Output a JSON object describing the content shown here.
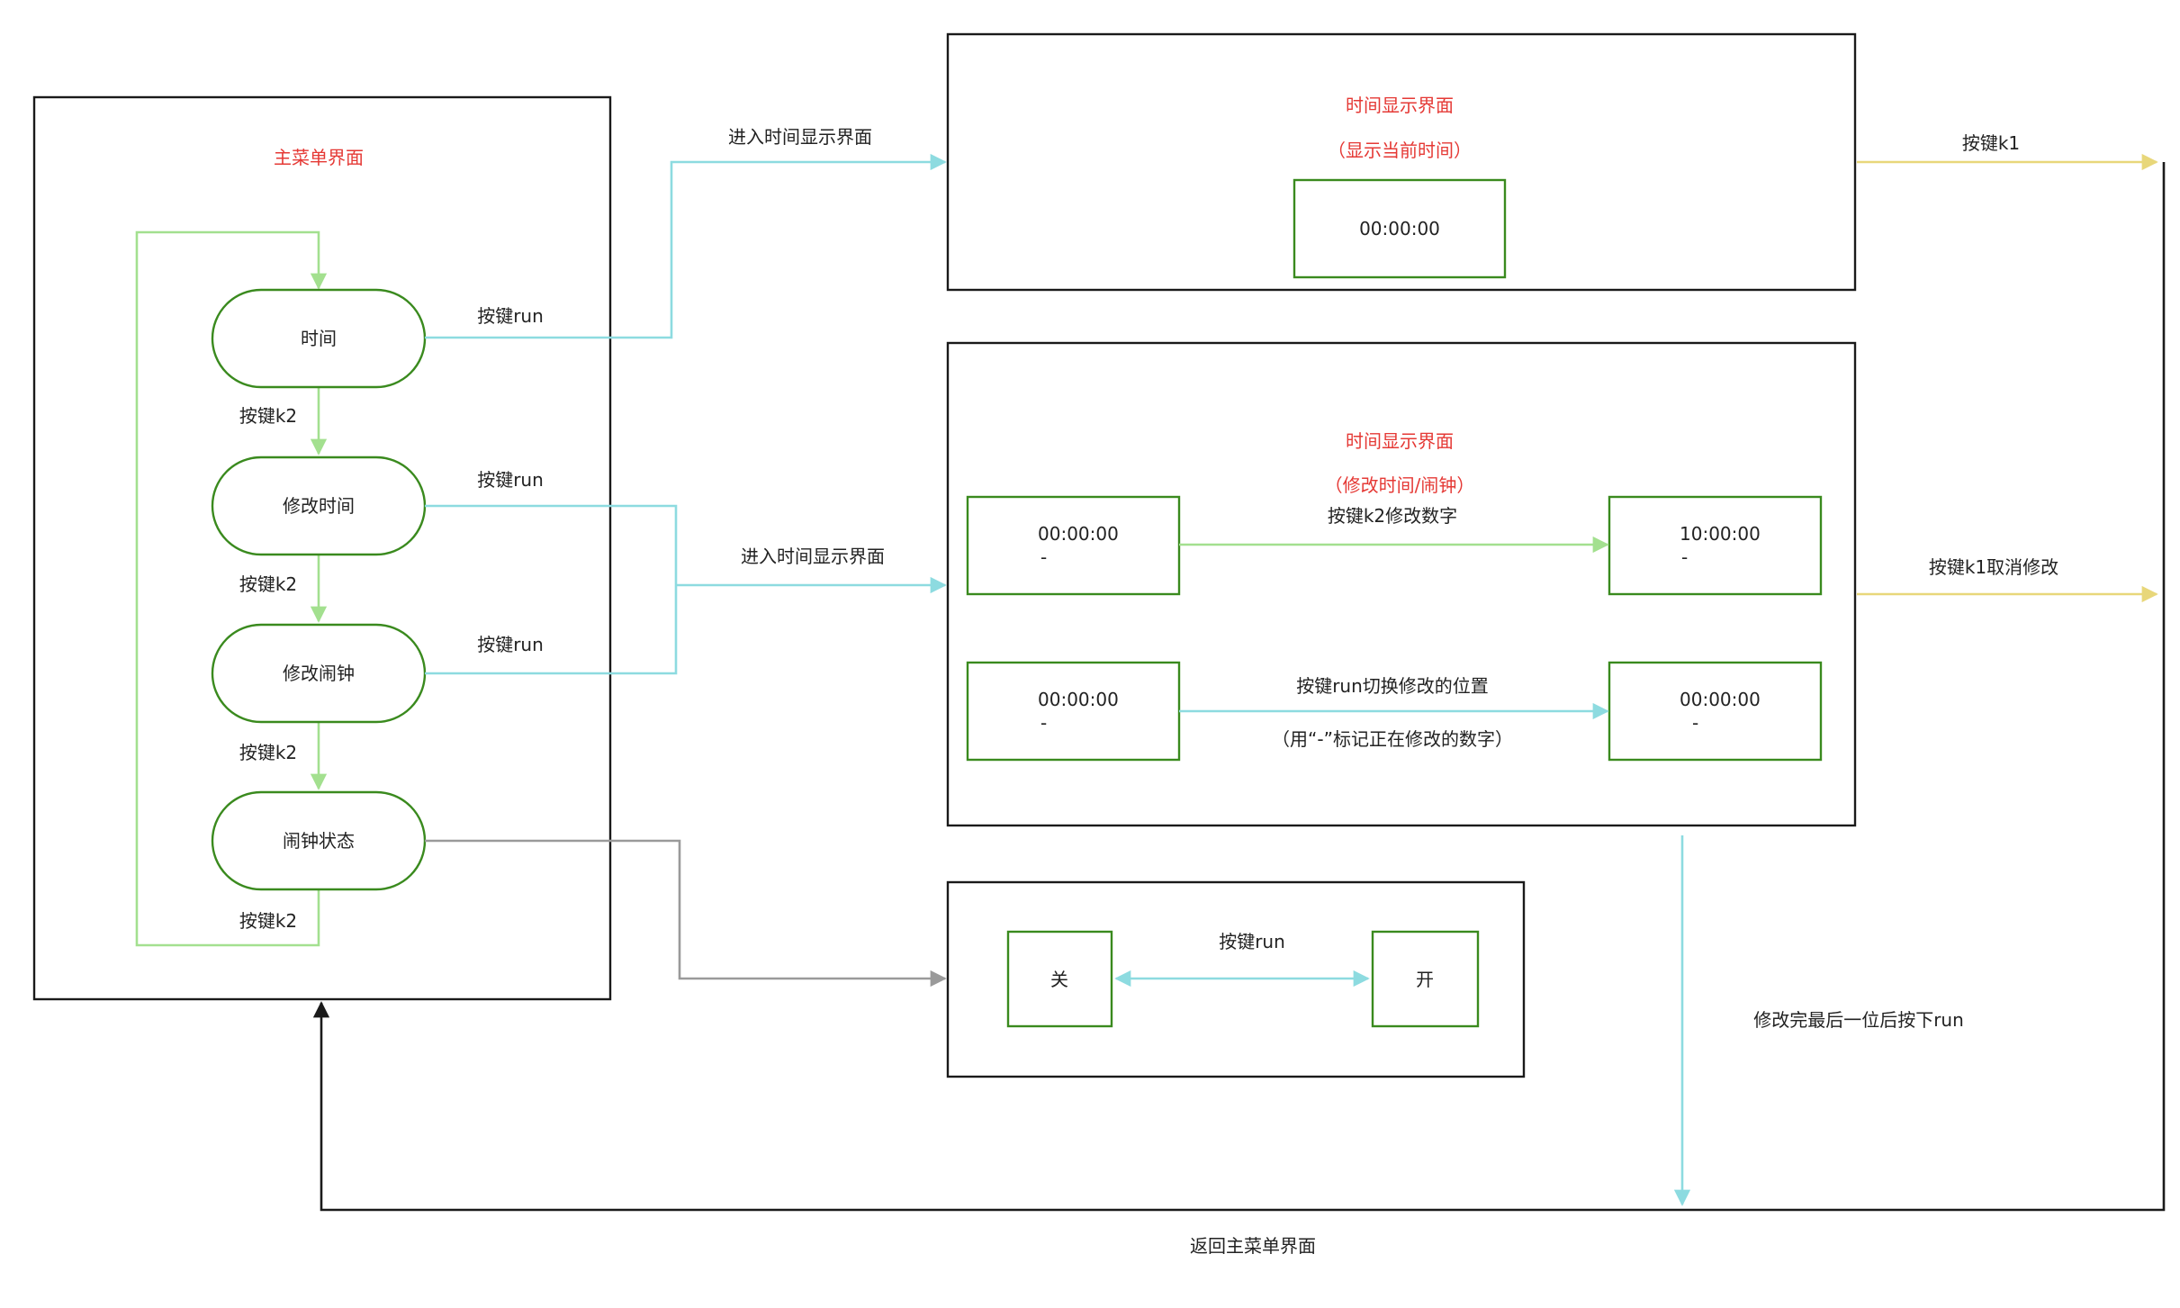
{
  "colors": {
    "title_red": "#e53935",
    "cyan_edge": "#8ddbe0",
    "green_edge": "#a3e08f",
    "yellow_edge": "#e8d77a",
    "gray_edge": "#9a9a9a",
    "node_border": "#3a8a1e"
  },
  "main_menu": {
    "title": "主菜单界面",
    "items": [
      "时间",
      "修改时间",
      "修改闹钟",
      "闹钟状态"
    ],
    "k2_labels": [
      "按键k2",
      "按键k2",
      "按键k2",
      "按键k2"
    ]
  },
  "run_labels": [
    "按键run",
    "按键run",
    "按键run"
  ],
  "edges": {
    "enter_display_1": "进入时间显示界面",
    "enter_display_2": "进入时间显示界面",
    "k1": "按键k1",
    "k1_cancel": "按键k1取消修改",
    "finish": "修改完最后一位后按下run",
    "back": "返回主菜单界面"
  },
  "display_panel": {
    "title": "时间显示界面",
    "subtitle": "（显示当前时间）",
    "time": "00:00:00"
  },
  "edit_panel": {
    "title": "时间显示界面",
    "subtitle": "（修改时间/闹钟）",
    "k2_label": "按键k2修改数字",
    "run_label": "按键run切换修改的位置",
    "note": "（用“-”标记正在修改的数字）",
    "box1_time": "00:00:00",
    "box1_mark": "-",
    "box2_time": "10:00:00",
    "box2_mark": "-",
    "box3_time": "00:00:00",
    "box3_mark": "-",
    "box4_time": "00:00:00",
    "box4_mark": "-"
  },
  "alarm_panel": {
    "off": "关",
    "on": "开",
    "run_label": "按键run"
  }
}
